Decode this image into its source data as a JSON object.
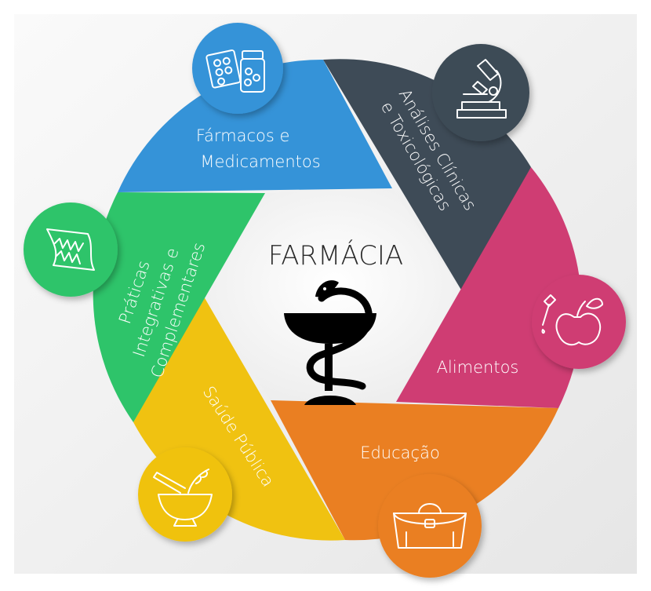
{
  "title": "FARMÁCIA",
  "colors": {
    "background": "#f2f2f2",
    "frame": "#ffffff",
    "center": "#ffffff",
    "symbol": "#000000",
    "title": "#2b2b2b"
  },
  "segments": [
    {
      "id": "farmacos",
      "lines": [
        "Fármacos e",
        "Medicamentos"
      ],
      "color": "#3593d8",
      "icon": "pill-bottle-icon"
    },
    {
      "id": "analises",
      "lines": [
        "Análises Clínicas",
        "e Toxicológicas"
      ],
      "color": "#3e4b57",
      "icon": "microscope-icon"
    },
    {
      "id": "alimentos",
      "lines": [
        "Alimentos"
      ],
      "color": "#cf3d73",
      "icon": "apple-dropper-icon"
    },
    {
      "id": "educacao",
      "lines": [
        "Educação"
      ],
      "color": "#ea7f22",
      "icon": "satchel-icon"
    },
    {
      "id": "saude",
      "lines": [
        "Saúde Pública"
      ],
      "color": "#f0c211",
      "icon": "mortar-pestle-icon"
    },
    {
      "id": "praticas",
      "lines": [
        "Práticas",
        "Integrativas e",
        "Complementares"
      ],
      "color": "#2ec46a",
      "icon": "herbal-scroll-icon"
    }
  ]
}
